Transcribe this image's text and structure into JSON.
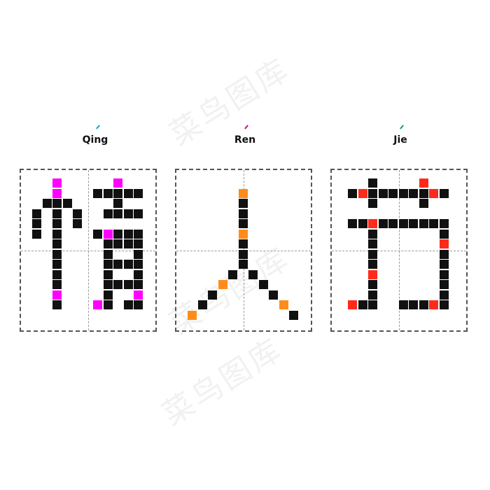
{
  "watermark": {
    "text": "菜鸟图库"
  },
  "colors": {
    "black": "#111111",
    "magenta": "#ff00ff",
    "orange": "#ff8c1a",
    "red": "#ff2a1a",
    "teal": "#00a6c7",
    "purple": "#d0008c",
    "green": "#00a05a"
  },
  "characters": [
    {
      "pinyin": "Qing",
      "tone_color": "#00a6c7",
      "accent": "#ff00ff"
    },
    {
      "pinyin": "Ren",
      "tone_color": "#d0008c",
      "accent": "#ff8c1a"
    },
    {
      "pinyin": "Jie",
      "tone_color": "#00a05a",
      "accent": "#ff2a1a"
    }
  ]
}
